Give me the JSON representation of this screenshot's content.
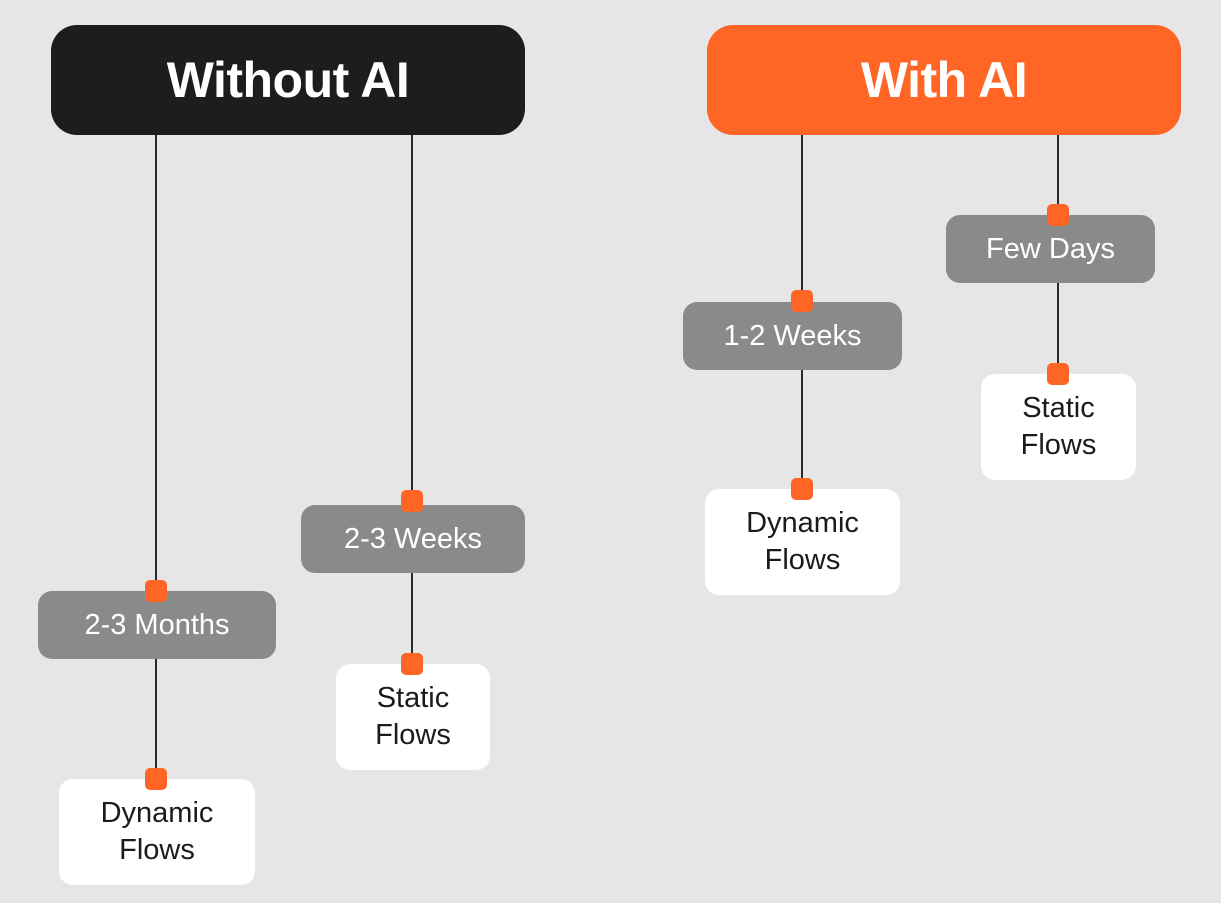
{
  "colors": {
    "background": "#e6e6e6",
    "dark_header": "#1d1d1d",
    "accent": "#ff6625",
    "pill": "#8a8a8a",
    "card": "#ffffff",
    "connector": "#2b2b2b"
  },
  "without_ai": {
    "title": "Without AI",
    "branches": [
      {
        "duration": "2-3 Months",
        "result": "Dynamic\nFlows"
      },
      {
        "duration": "2-3 Weeks",
        "result": "Static\nFlows"
      }
    ]
  },
  "with_ai": {
    "title": "With AI",
    "branches": [
      {
        "duration": "1-2 Weeks",
        "result": "Dynamic\nFlows"
      },
      {
        "duration": "Few Days",
        "result": "Static\nFlows"
      }
    ]
  }
}
